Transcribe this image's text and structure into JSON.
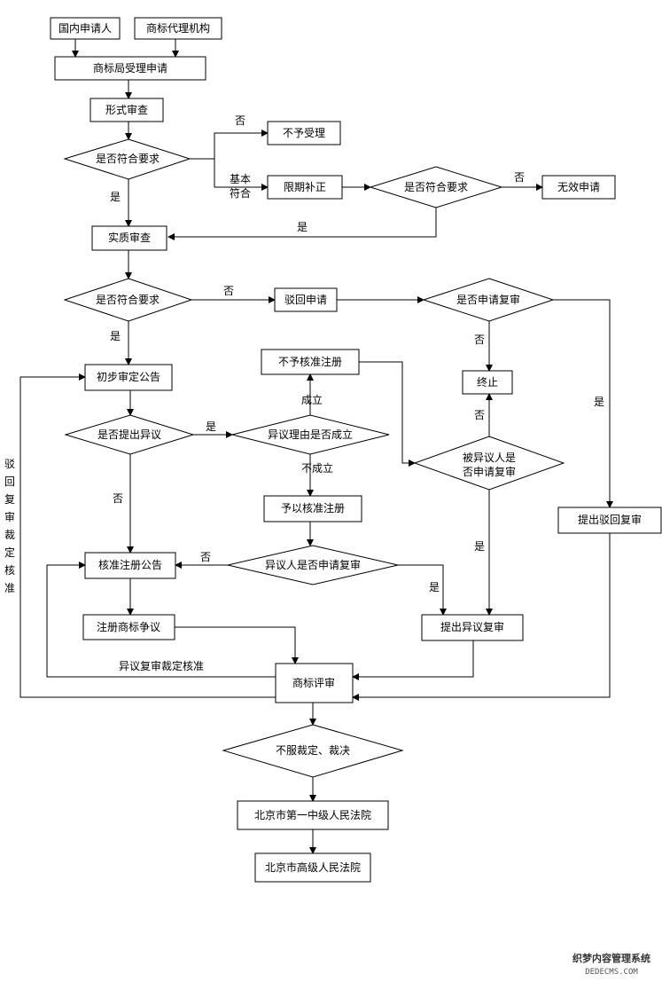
{
  "nodes": {
    "applicant": "国内申请人",
    "agency": "商标代理机构",
    "accept": "商标局受理申请",
    "formal_exam": "形式审查",
    "check1": "是否符合要求",
    "reject_accept": "不予受理",
    "correction": "限期补正",
    "check2": "是否符合要求",
    "invalid": "无效申请",
    "substantive": "实质审查",
    "check3": "是否符合要求",
    "reject_app": "驳回申请",
    "review_q": "是否申请复审",
    "prelim": "初步审定公告",
    "objection_q": "是否提出异议",
    "objection_valid": "异议理由是否成立",
    "no_approval": "不予核准注册",
    "terminate": "终止",
    "opposed_review": "被异议人是否申请复审",
    "approve_reg": "予以核准注册",
    "opponent_review": "异议人是否申请复审",
    "reg_announce": "核准注册公告",
    "dispute": "注册商标争议",
    "obj_review_submit": "提出异议复审",
    "reject_review_submit": "提出驳回复审",
    "trab": "商标评审",
    "appeal": "不服裁定、裁决",
    "court1": "北京市第一中级人民法院",
    "court2": "北京市高级人民法院"
  },
  "labels": {
    "no": "否",
    "yes": "是",
    "basic": "基本",
    "conform": "符合",
    "established": "成立",
    "not_established": "不成立",
    "obj_review_approved": "异议复审裁定核准",
    "reject_review_approved": "驳回复审裁定核准"
  },
  "watermark": {
    "cn": "织梦内容管理系统",
    "en": "DEDECMS.COM"
  }
}
